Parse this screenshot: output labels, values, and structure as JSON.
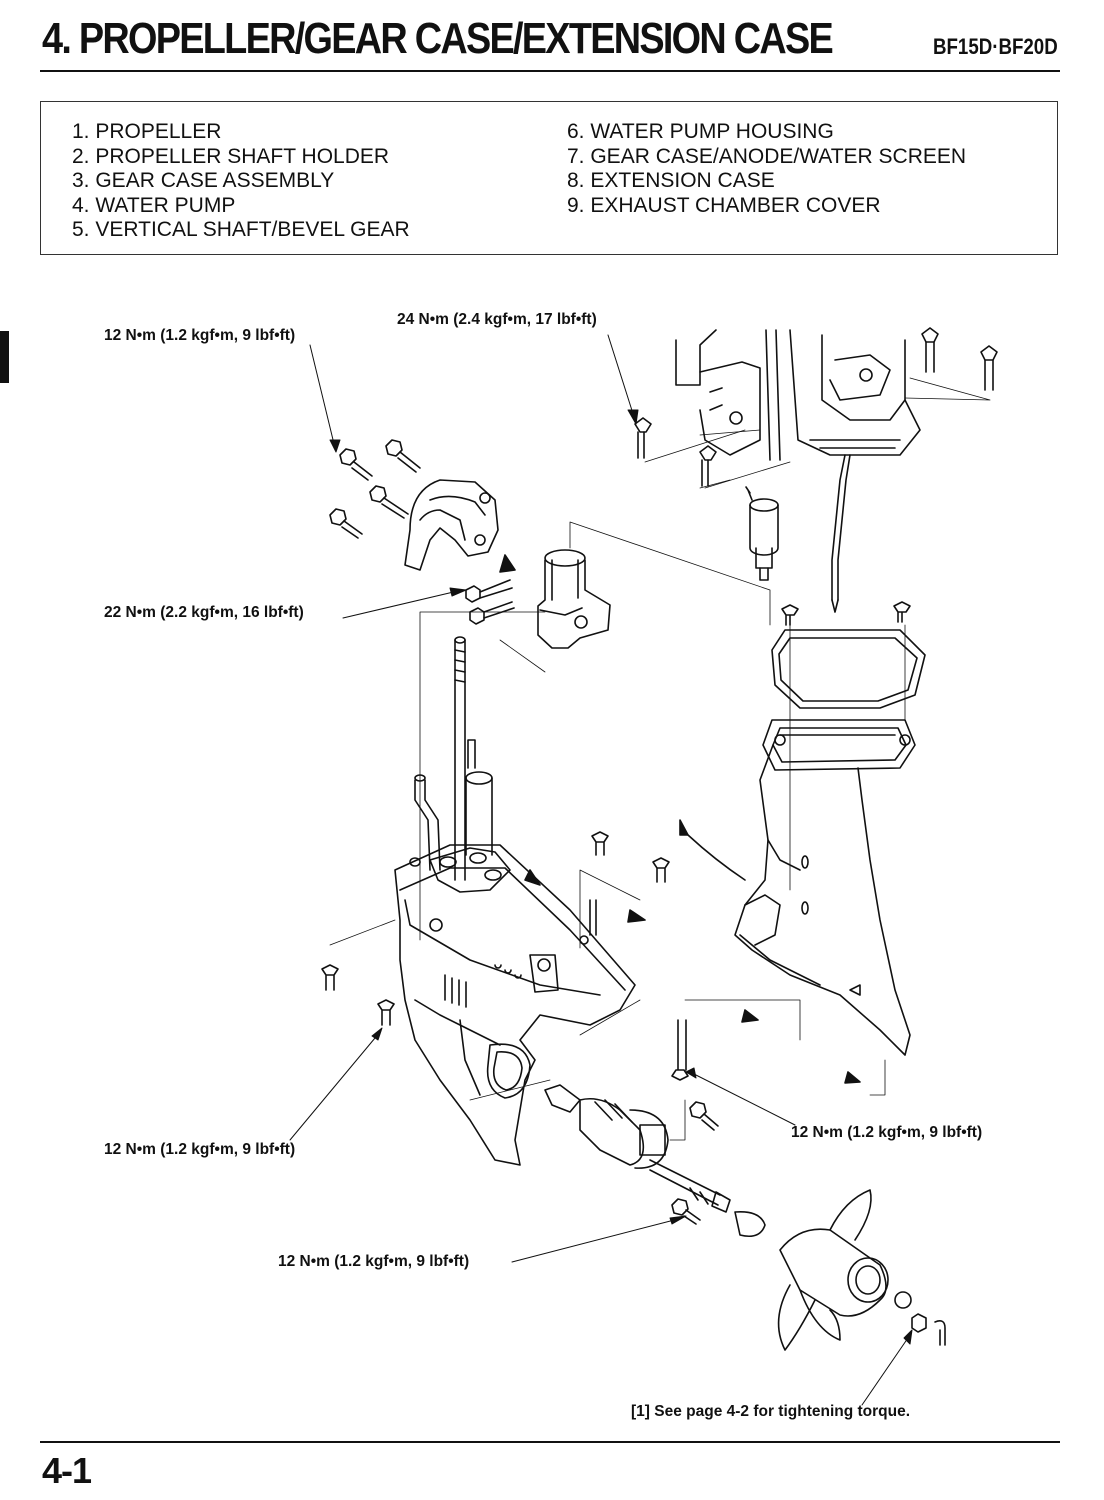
{
  "header": {
    "title": "4. PROPELLER/GEAR CASE/EXTENSION CASE",
    "model": "BF15D·BF20D"
  },
  "index": {
    "left": [
      "1. PROPELLER",
      "2. PROPELLER SHAFT HOLDER",
      "3. GEAR CASE ASSEMBLY",
      "4. WATER PUMP",
      "5. VERTICAL SHAFT/BEVEL GEAR"
    ],
    "right": [
      "6. WATER PUMP HOUSING",
      "7. GEAR CASE/ANODE/WATER SCREEN",
      "8. EXTENSION CASE",
      "9. EXHAUST CHAMBER COVER"
    ]
  },
  "callouts": {
    "torque_top_left": "12 N•m (1.2 kgf•m, 9 lbf•ft)",
    "torque_top_center": "24 N•m (2.4 kgf•m, 17 lbf•ft)",
    "torque_mid_left": "22 N•m (2.2 kgf•m, 16 lbf•ft)",
    "torque_bottom_left": "12 N•m (1.2 kgf•m, 9 lbf•ft)",
    "torque_bottom_right": "12 N•m (1.2 kgf•m, 9 lbf•ft)",
    "torque_bottom_center": "12 N•m (1.2 kgf•m, 9 lbf•ft)",
    "note": "[1] See page 4-2 for tightening torque."
  },
  "footer": {
    "page_number": "4-1"
  }
}
